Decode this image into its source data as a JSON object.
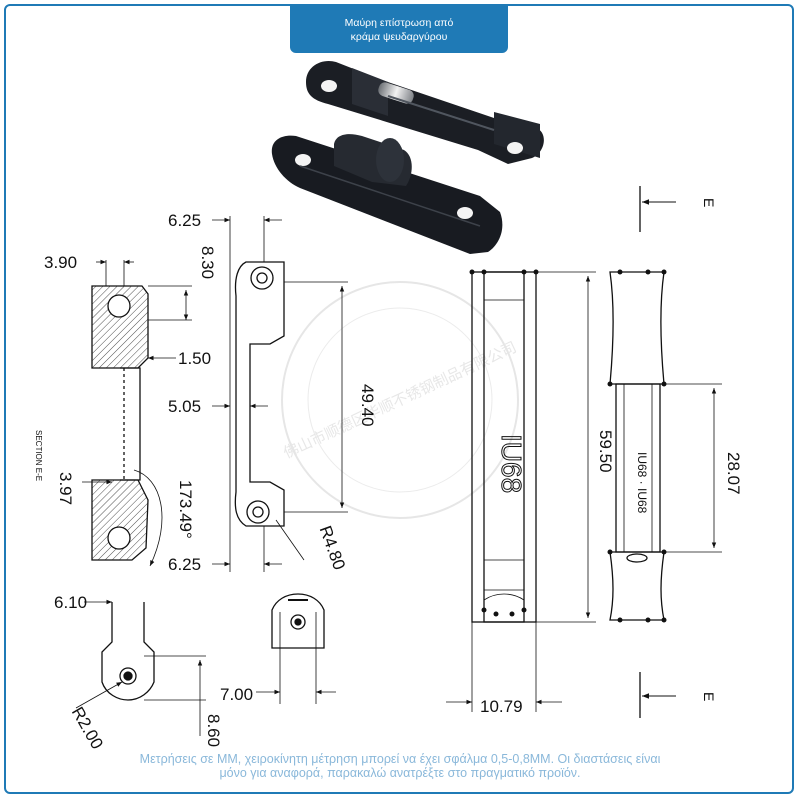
{
  "title_badge": {
    "line1": "Μαύρη επίστρωση από",
    "line2": "κράμα ψευδαργύρου"
  },
  "drawing": {
    "dims": {
      "d_625_top": "6.25",
      "d_830": "8.30",
      "d_390": "3.90",
      "d_150": "1.50",
      "d_505": "5.05",
      "d_4940": "49.40",
      "d_397": "3.97",
      "d_17349": "173.49°",
      "d_625_bottom": "6.25",
      "d_r480": "R4.80",
      "d_610": "6.10",
      "d_r200": "R2.00",
      "d_700": "7.00",
      "d_860": "8.60",
      "d_5950": "59.50",
      "d_2807": "28.07",
      "d_1079": "10.79"
    },
    "section_label": "SECTION E-E",
    "section_marker_top": "E",
    "section_marker_bottom": "E",
    "part_marking": "IU68",
    "watermark": "佛山市顺德区华顺不锈钢制品有限公司"
  },
  "footer": {
    "line1": "Μετρήσεις σε ΜΜ, χειροκίνητη μέτρηση μπορεί να έχει σφάλμα 0,5-0,8ΜΜ. Οι διαστάσεις είναι",
    "line2": "μόνο για αναφορά, παρακαλώ ανατρέξτε στο πραγματικό προϊόν."
  },
  "colors": {
    "accent": "#1f7ab6",
    "footer_text": "#8ab8da",
    "part": "#1c1f26"
  }
}
